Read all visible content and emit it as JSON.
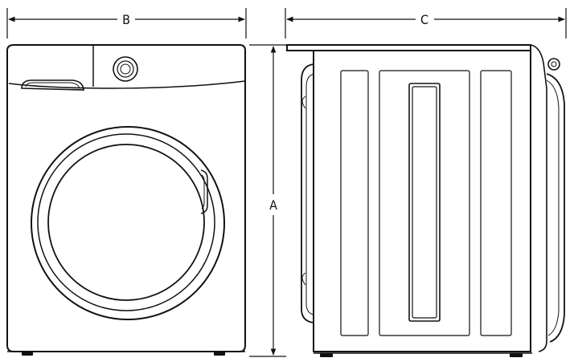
{
  "labels": {
    "width": "B",
    "height": "A",
    "depth": "C"
  },
  "colors": {
    "line": "#111111",
    "background": "#ffffff"
  }
}
